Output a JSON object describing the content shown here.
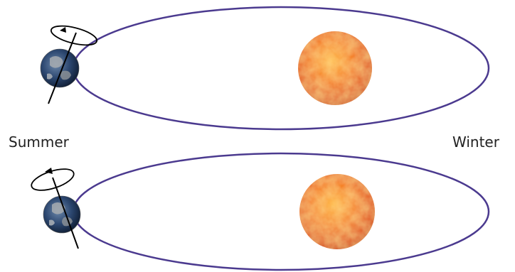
{
  "labels": {
    "summer": "Summer",
    "winter": "Winter"
  },
  "colors": {
    "orbit": "#4b3a8f",
    "sun_core": "#ffb23a",
    "sun_edge": "#c8390c",
    "earth_ocean": "#2c4770",
    "earth_land": "#8a8f95",
    "axis": "#000000",
    "background": "#ffffff"
  },
  "scenes": [
    {
      "name": "top",
      "axis_tilt": "toward-sun"
    },
    {
      "name": "bottom",
      "axis_tilt": "away-from-sun"
    }
  ]
}
